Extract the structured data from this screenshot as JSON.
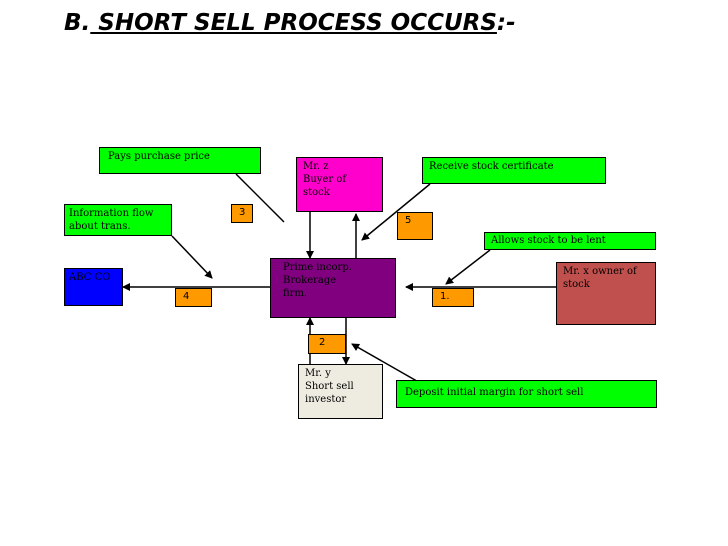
{
  "title": {
    "prefix": "B.",
    "main": " SHORT SELL PROCESS OCCURS",
    "suffix": ":-"
  },
  "nodes": {
    "mr_z": "Mr.  z\nBuyer  of\nstock",
    "prime": "Prime  incorp.\nBrokerage\nfirm.",
    "abc": "ABC  CO",
    "mr_x": "Mr.  x  owner  of\nstock",
    "mr_y": "Mr.  y\nShort  sell\ninvestor"
  },
  "labels": {
    "pays": "Pays  purchase  price",
    "receive": "Receive  stock  certificate",
    "info": "Information  flow\nabout  trans.",
    "allows": "Allows  stock  to  be  lent",
    "deposit": "Deposit  initial  margin  for  short  sell"
  },
  "steps": {
    "s1": "1.",
    "s2": "2",
    "s3": "3",
    "s4": "4",
    "s5": "5"
  },
  "colors": {
    "label_green": "#00ff00",
    "step_orange": "#ff9900",
    "mr_z": "#ff00cc",
    "prime": "#800080",
    "abc": "#0000ff",
    "mr_x": "#c0504d",
    "mr_y": "#eeece1"
  }
}
